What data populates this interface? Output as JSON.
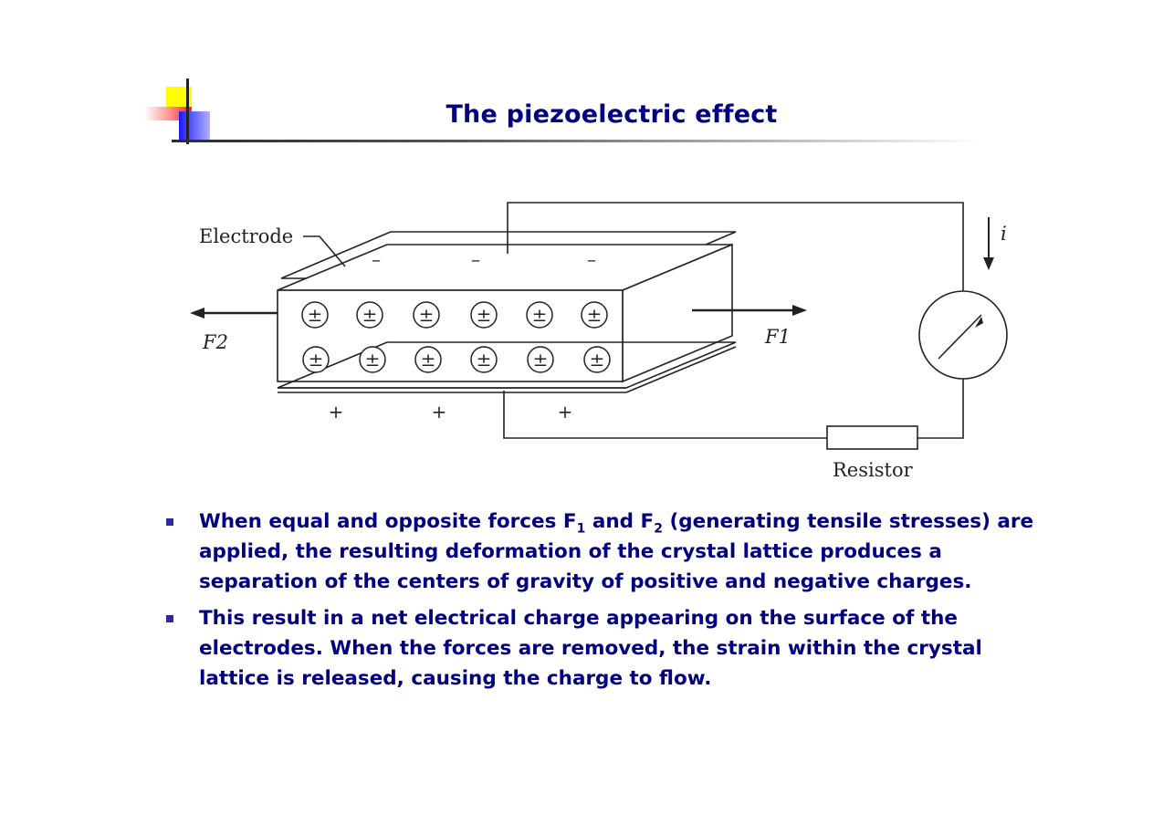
{
  "slide": {
    "title": "The piezoelectric effect"
  },
  "diagram": {
    "label_electrode": "Electrode",
    "label_f2": "F2",
    "label_f1": "F1",
    "label_current": "i",
    "label_resistor": "Resistor",
    "charge_symbol": "±",
    "top_sign": "–",
    "bottom_sign": "+"
  },
  "bullets": [
    {
      "p1": "When equal and opposite forces F",
      "s1": "1",
      "p2": " and F",
      "s2": "2",
      "p3": " (generating tensile stresses) are applied, the resulting deformation of the crystal lattice produces a separation of the centers of gravity of positive and negative charges."
    },
    {
      "text": "This result in a net electrical charge appearing on the surface of the electrodes. When the forces are removed, the strain within the crystal lattice is released, causing the charge to flow."
    }
  ],
  "colors": {
    "text": "#000080",
    "logo_yellow": "#ffff00",
    "logo_blue": "#3333ff",
    "logo_red": "#ff3333"
  }
}
